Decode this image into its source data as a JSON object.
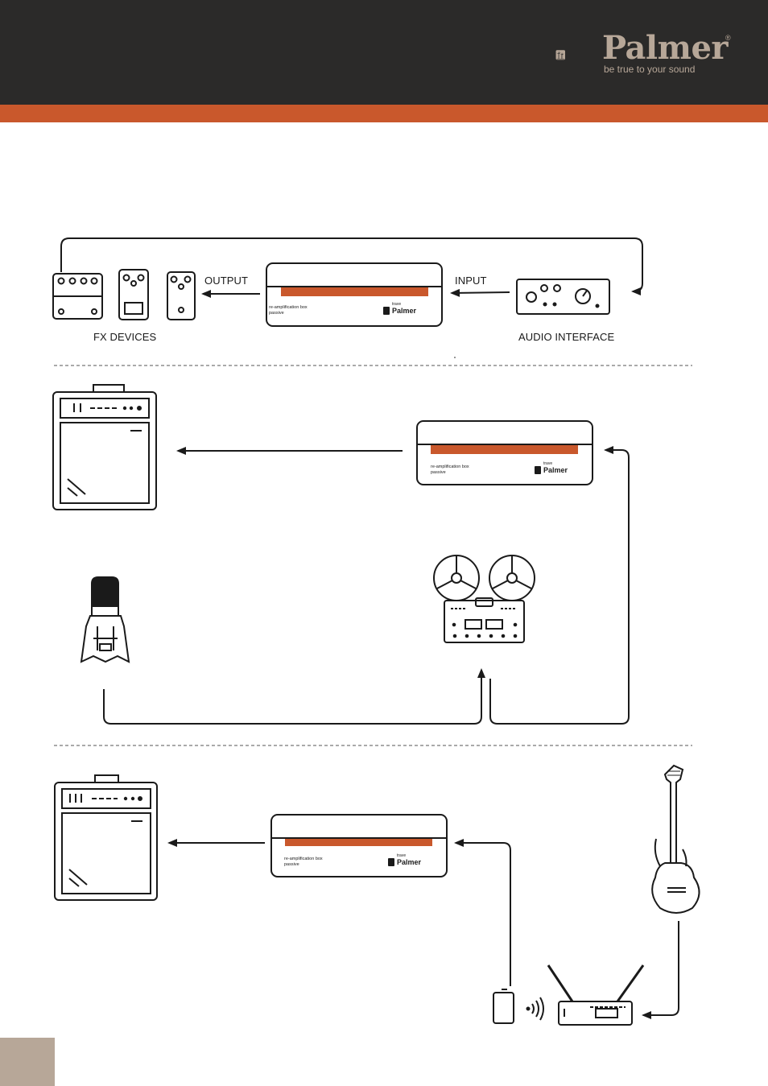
{
  "brand": {
    "name": "Palmer",
    "tagline": "be true to your sound",
    "registered_mark": "®"
  },
  "colors": {
    "header_bg": "#2b2a29",
    "accent_stripe": "#c9582c",
    "brand_beige": "#b7a798",
    "line": "#1a1a1a"
  },
  "diagram1": {
    "output_label": "OUTPUT",
    "input_label": "INPUT",
    "fx_label": "FX DEVICES",
    "interface_label": "AUDIO INTERFACE"
  },
  "device": {
    "line1": "re-amplification box",
    "line2": "passive",
    "model": "trave",
    "brand": "Palmer"
  }
}
